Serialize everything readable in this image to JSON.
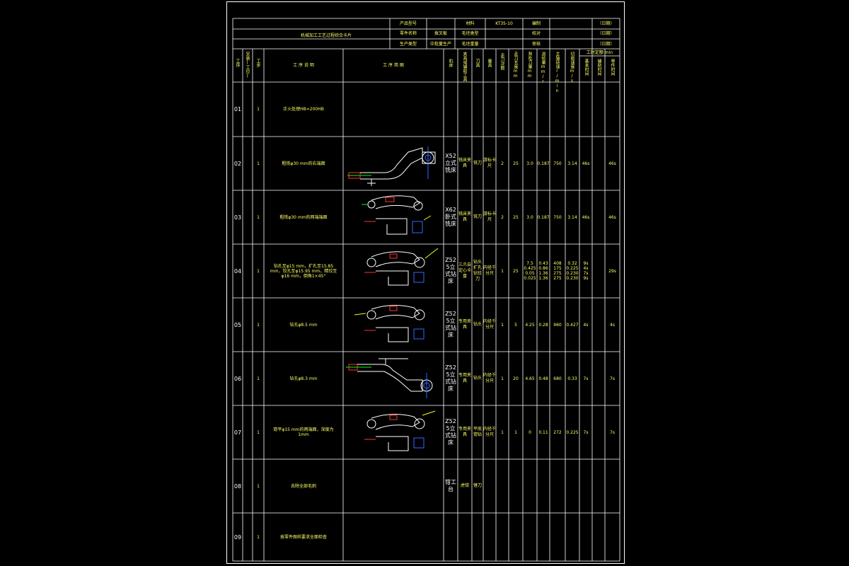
{
  "card": {
    "title": "机械加工工艺过程综合卡片",
    "header": {
      "product_model_label": "产品型号",
      "part_name_label": "零件名称",
      "part_name_value": "拨叉板",
      "production_type_label": "生产类型",
      "production_type_value": "中批量生产",
      "material_label": "材料",
      "material_value": "KT35-10",
      "blank_type_label": "毛坯类型",
      "blank_weight_label": "毛坯重量",
      "compile_label": "编制",
      "audit_label": "审核",
      "date_label": "（日期）",
      "proofread_label": "校对"
    },
    "columns": {
      "process_no": "工序",
      "install": "安装(工位)",
      "step": "工步",
      "description": "工 序 说 明",
      "sketch": "工 序 简 图",
      "machine": "机床",
      "fixture": "夹具或辅助工具",
      "cutter": "刀具",
      "gauge": "量具",
      "passes": "走刀次数",
      "depth": "走刀长度mm",
      "feed": "背吃刀量mm",
      "feed_rate": "进给量mm/r",
      "speed": "主轴转速r/min",
      "cut_speed": "切削速度m/s",
      "time_group": "工时定额 min",
      "basic_time": "基本时间",
      "aux_time": "辅助时间",
      "other_time": "单件时间"
    },
    "rows": [
      {
        "no": "01",
        "step": "1",
        "desc": "正火处理HB=200HB",
        "machine": "",
        "fixture": "",
        "cutter": "",
        "gauge": "",
        "passes": "",
        "length": "",
        "depth": "",
        "feed": "",
        "speed": "",
        "cut": "",
        "t1": "",
        "t2": ""
      },
      {
        "no": "02",
        "step": "1",
        "desc": "粗铣φ30 mm的右端面",
        "machine": "X52立式铣床",
        "fixture": "铣床夹具",
        "cutter": "铣刀",
        "gauge": "游标卡尺",
        "passes": "2",
        "length": "25",
        "depth": "3.0",
        "feed": "0.187",
        "speed": "750",
        "cut": "3.14",
        "t1": "46s",
        "t2": "46s"
      },
      {
        "no": "03",
        "step": "1",
        "desc": "粗铣φ30 mm的两端端面",
        "machine": "X62卧式铣床",
        "fixture": "铣床夹具",
        "cutter": "铣刀",
        "gauge": "游标卡尺",
        "passes": "2",
        "length": "25",
        "depth": "3.0",
        "feed": "0.187",
        "speed": "750",
        "cut": "3.14",
        "t1": "46s",
        "t2": "46s"
      },
      {
        "no": "04",
        "step": "1",
        "desc": "钻孔至φ15 mm，扩孔至15.85 mm，铰孔至φ15.95 mm，精铰至φ16 mm，倒角1×45°",
        "machine": "Z525立式钻床",
        "fixture": "三爪自定心卡盘",
        "cutter": "钻头扩孔钻铰刀",
        "gauge": "内径千分尺",
        "passes": "1",
        "length": "25",
        "depth": "7.5\n0.425\n0.05\n0.025",
        "feed": "0.43\n0.86\n1.36\n1.36",
        "speed": "408\n175\n275\n275",
        "cut": "0.32\n0.225\n0.230\n0.230",
        "t1": "9s\n4s\n7s\n9s",
        "t2": "29s"
      },
      {
        "no": "05",
        "step": "1",
        "desc": "钻孔φ8.5 mm",
        "machine": "Z525立式钻床",
        "fixture": "专用夹具",
        "cutter": "钻头",
        "gauge": "内径千分尺",
        "passes": "1",
        "length": "5",
        "depth": "4.25",
        "feed": "0.28",
        "speed": "960",
        "cut": "0.427",
        "t1": "4s",
        "t2": "4s"
      },
      {
        "no": "06",
        "step": "1",
        "desc": "钻孔φ8.3 mm",
        "machine": "Z525立式钻床",
        "fixture": "专用夹具",
        "cutter": "钻头",
        "gauge": "内径千分尺",
        "passes": "1",
        "length": "20",
        "depth": "4.65",
        "feed": "0.48",
        "speed": "680",
        "cut": "0.33",
        "t1": "7s",
        "t2": "7s"
      },
      {
        "no": "07",
        "step": "1",
        "desc": "锪平φ15 mm的两端面，深度为1mm",
        "machine": "Z525立式钻床",
        "fixture": "专用夹具",
        "cutter": "平底锪钻",
        "gauge": "内径千分尺",
        "passes": "1",
        "length": "1",
        "depth": "0",
        "feed": "0.11",
        "speed": "272",
        "cut": "0.225",
        "t1": "7s",
        "t2": "7s"
      },
      {
        "no": "08",
        "step": "1",
        "desc": "去除全部毛刺",
        "machine": "钳工台",
        "fixture": "虎钳",
        "cutter": "锉刀",
        "gauge": "",
        "passes": "",
        "length": "",
        "depth": "",
        "feed": "",
        "speed": "",
        "cut": "",
        "t1": "",
        "t2": ""
      },
      {
        "no": "09",
        "step": "1",
        "desc": "按零件图样要求全面检查",
        "machine": "",
        "fixture": "",
        "cutter": "",
        "gauge": "",
        "passes": "",
        "length": "",
        "depth": "",
        "feed": "",
        "speed": "",
        "cut": "",
        "t1": "",
        "t2": ""
      }
    ]
  }
}
